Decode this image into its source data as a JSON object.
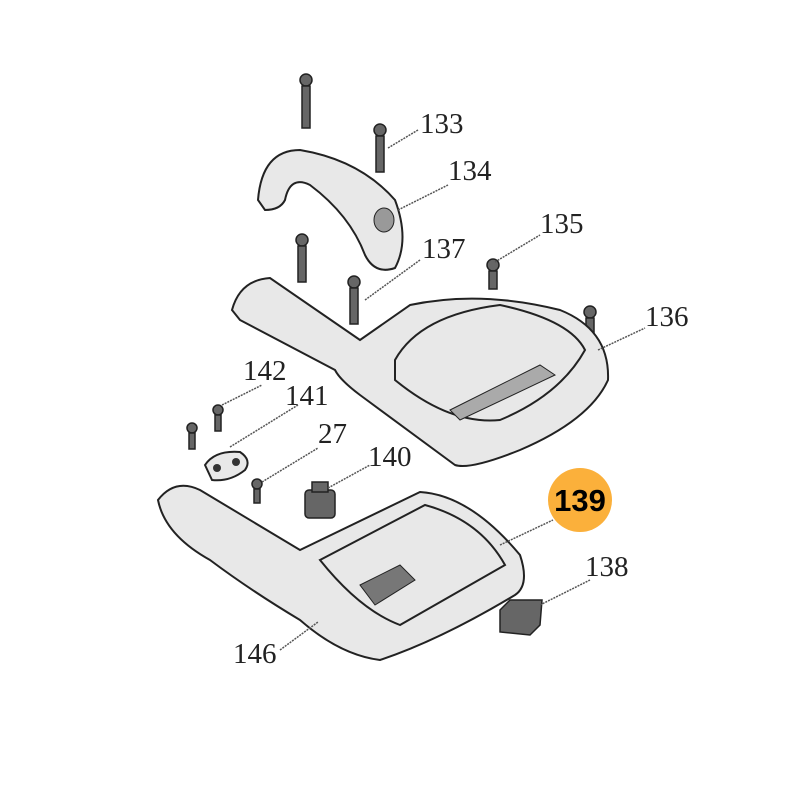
{
  "diagram": {
    "labels": {
      "p133": "133",
      "p134": "134",
      "p135": "135",
      "p136": "136",
      "p137": "137",
      "p142": "142",
      "p141": "141",
      "p27": "27",
      "p140": "140",
      "p139": "139",
      "p138": "138",
      "p146": "146"
    },
    "highlighted_part": "139",
    "highlight_color": "#FBB03B"
  }
}
